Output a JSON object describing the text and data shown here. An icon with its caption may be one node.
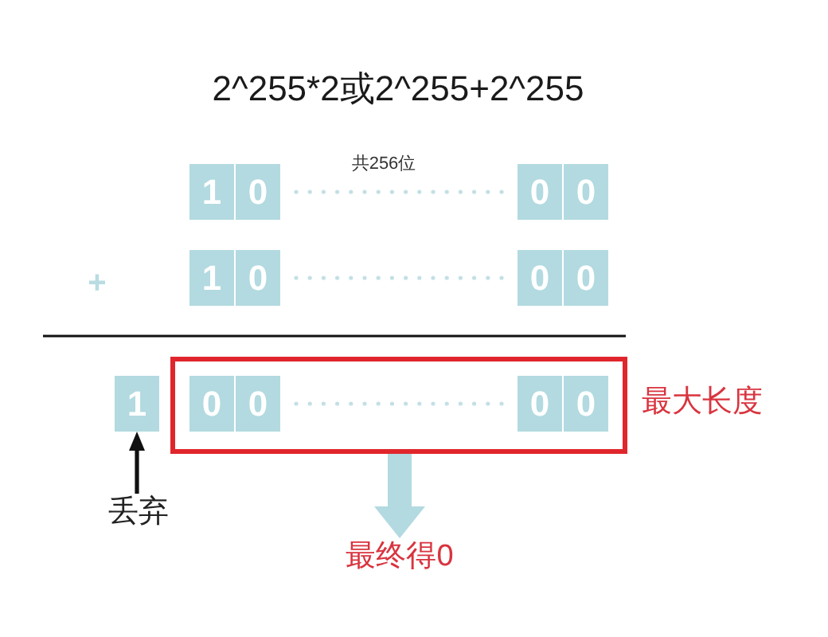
{
  "diagram": {
    "title": "2^255*2或2^255+2^255",
    "nodes": [
      {
        "text": [
          "1"
        ]
      },
      {
        "text": [
          "0"
        ]
      },
      {
        "text": [
          "0"
        ]
      },
      {
        "text": [
          "0"
        ]
      },
      {
        "text": [
          "1"
        ]
      },
      {
        "text": [
          "0"
        ]
      },
      {
        "text": [
          "0"
        ]
      },
      {
        "text": [
          "0"
        ]
      },
      {
        "text": [
          "1"
        ]
      },
      {
        "text": [],
        "shape": "box",
        "beside": [
          "最大长度"
        ]
      },
      {
        "text": [
          "0"
        ],
        "in": 9
      },
      {
        "text": [
          "0"
        ],
        "in": 9
      },
      {
        "text": [
          "0"
        ],
        "in": 9
      },
      {
        "text": [
          "0"
        ],
        "in": 9
      },
      {
        "text": [
          "丢弃"
        ]
      },
      {
        "text": [
          "最终得0"
        ]
      }
    ],
    "edges": [
      {
        "from": 14,
        "to": 8,
        "arrow": "to"
      },
      {
        "from": 9,
        "to": 15,
        "arrow": "to",
        "style": "thick",
        "color": "#b2dae0"
      }
    ],
    "labels": [
      "共256位",
      "+"
    ]
  }
}
